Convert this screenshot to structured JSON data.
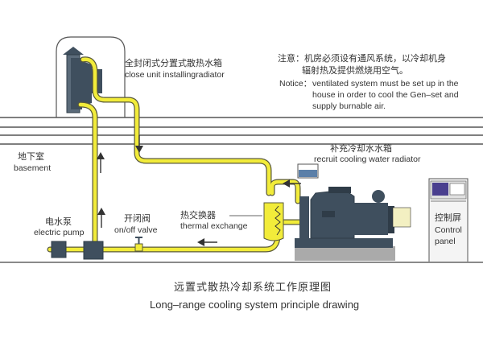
{
  "colors": {
    "pipe": "#f2ec3a",
    "pipe_outline": "#5a5a3a",
    "machine": "#3f4f5e",
    "machine_dark": "#2f3c48",
    "ground": "#8a8a8a",
    "water": "#5b7fa8",
    "screen": "#4a3f8f",
    "line": "#555555"
  },
  "labels": {
    "radiator_cn": "全封闭式分置式散热水箱",
    "radiator_en": "close unit installingradiator",
    "basement_cn": "地下室",
    "basement_en": "basement",
    "recruit_cn": "补充冷却水水箱",
    "recruit_en": "recruit cooling water radiator",
    "pump_cn": "电水泵",
    "pump_en": "electric pump",
    "valve_cn": "开闭阀",
    "valve_en": "on/off valve",
    "exchange_cn": "热交换器",
    "exchange_en": "thermal exchange",
    "control_cn": "控制屏",
    "control_en_1": "Control",
    "control_en_2": "panel"
  },
  "notice": {
    "cn_prefix": "注意：",
    "cn_line1": "机房必须设有通风系统，以冷却机身",
    "cn_line2": "辐射热及提供燃烧用空气。",
    "en_prefix": "Notice：",
    "en_line1": "ventilated system must be set up in the",
    "en_line2": "house in order to cool the Gen–set and",
    "en_line3": "supply burnable air."
  },
  "title": {
    "cn": "远置式散热冷却系统工作原理图",
    "en": "Long–range cooling system principle drawing"
  }
}
